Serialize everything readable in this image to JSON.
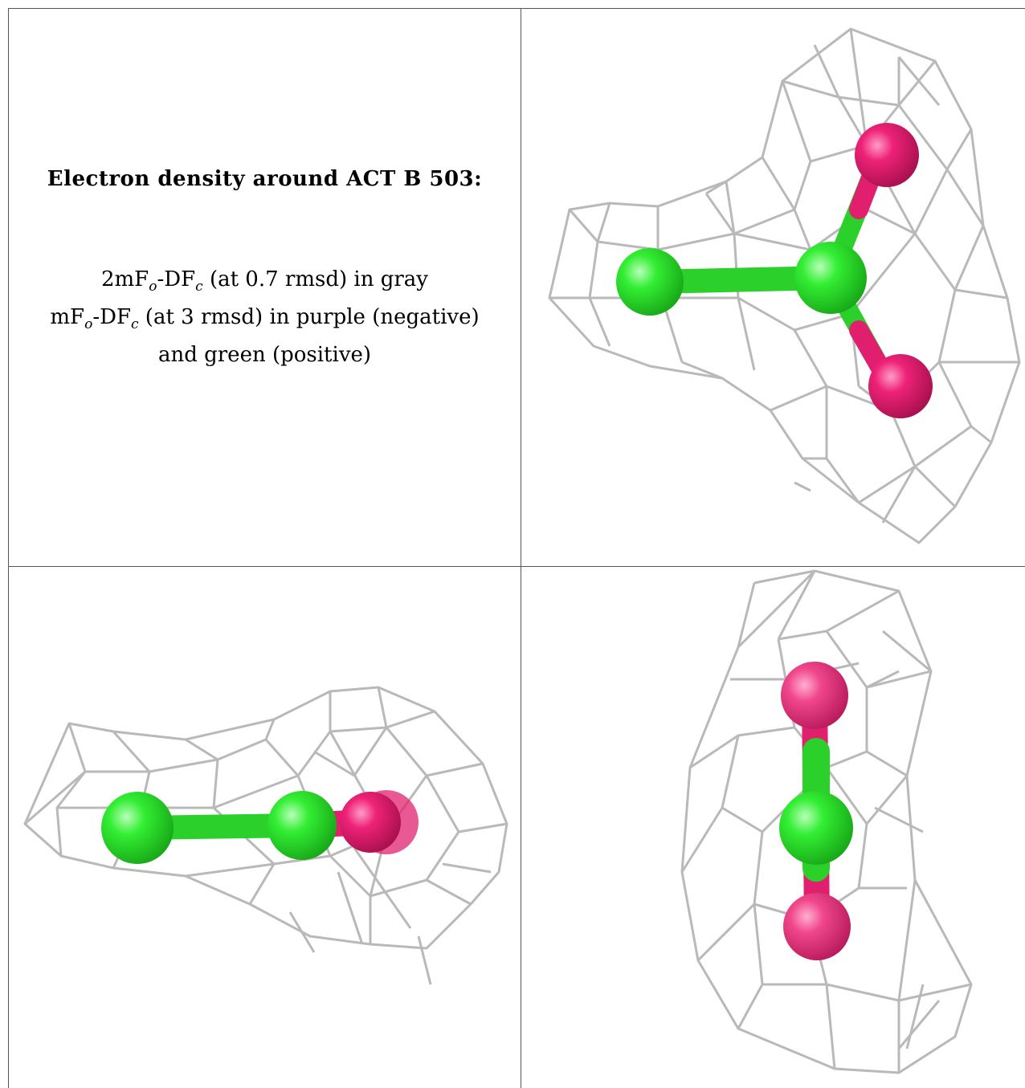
{
  "caption": {
    "title": "Electron density around ACT B 503:",
    "line1_a": "2mF",
    "line1_sub1": "o",
    "line1_b": "-DF",
    "line1_sub2": "c",
    "line1_c": " (at 0.7 rmsd) in gray",
    "line2_a": "mF",
    "line2_sub1": "o",
    "line2_b": "-DF",
    "line2_sub2": "c",
    "line2_c": " (at 3 rmsd) in purple (negative)",
    "line3": "and green (positive)"
  },
  "colors": {
    "mesh": "#b4b4b4",
    "carbon": "#33ee33",
    "oxygen": "#ee2277",
    "border": "#555555"
  },
  "panels": [
    {
      "view": "top-right",
      "atoms": [
        "C",
        "C",
        "O",
        "O"
      ]
    },
    {
      "view": "bottom-left",
      "atoms": [
        "C",
        "C",
        "O"
      ]
    },
    {
      "view": "bottom-right",
      "atoms": [
        "O",
        "C",
        "O"
      ]
    }
  ]
}
